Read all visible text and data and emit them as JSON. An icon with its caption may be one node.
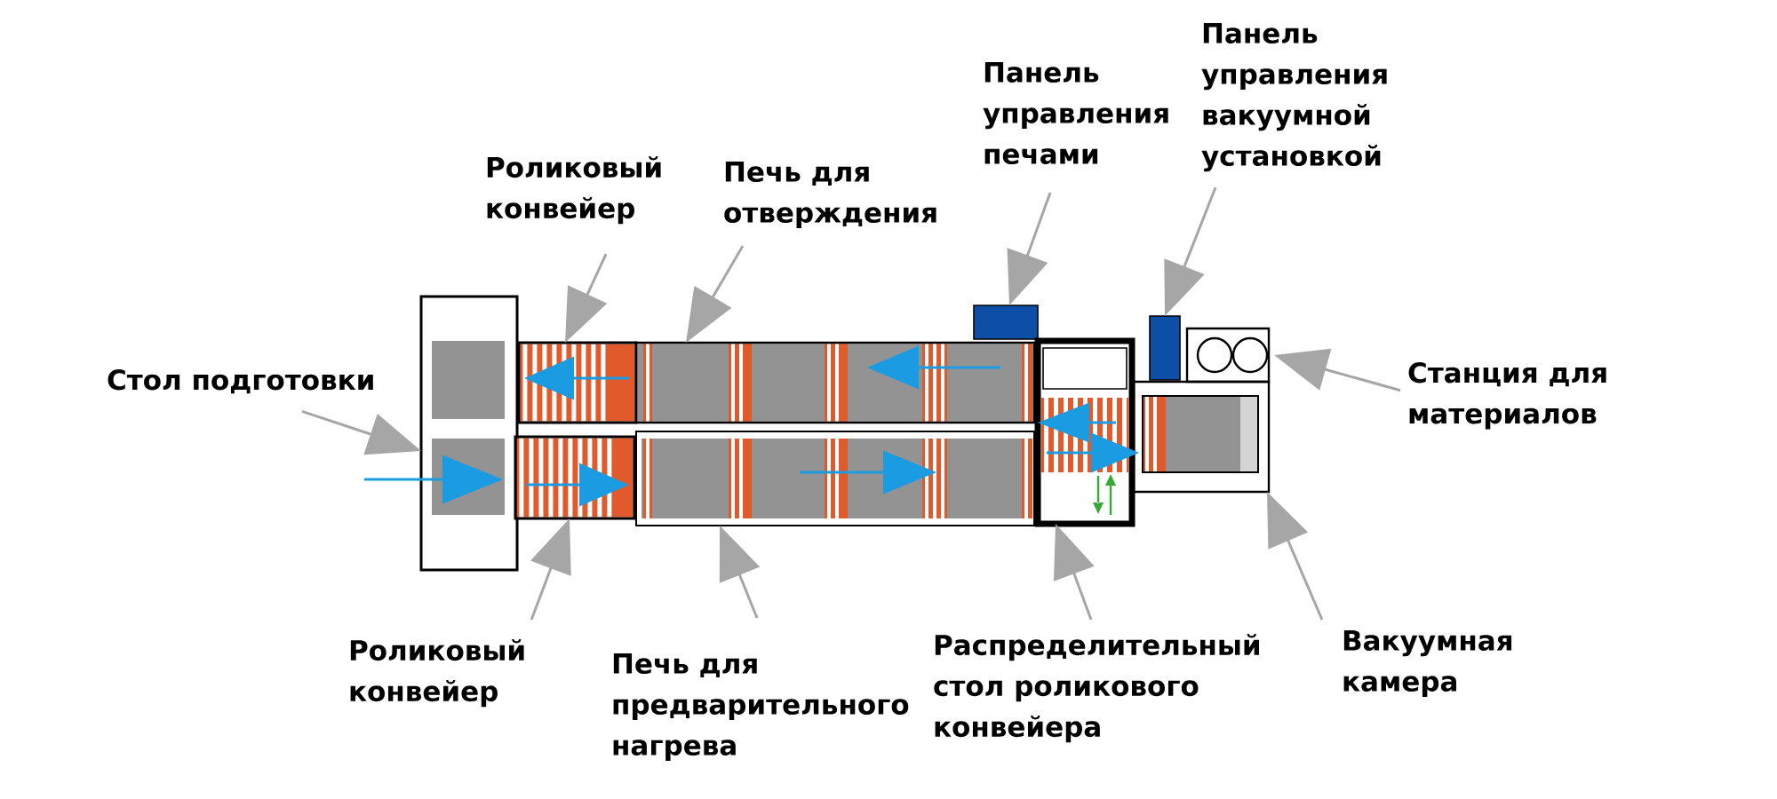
{
  "diagram": {
    "nodes": [
      {
        "text": [
          "Роликовый конвейер"
        ]
      },
      {
        "text": [
          "Печь для отверждения"
        ]
      },
      {
        "text": [
          "Панель управления печами"
        ]
      },
      {
        "text": [
          "Панель управления вакуумной установкой"
        ]
      },
      {
        "text": [
          "Стол подготовки"
        ]
      },
      {
        "text": [
          "Станция для материалов"
        ]
      },
      {
        "text": [
          "Роликовый конвейер"
        ]
      },
      {
        "text": [
          "Печь для предварительного нагрева"
        ]
      },
      {
        "text": [
          "Распределительный стол роликового конвейера"
        ]
      },
      {
        "text": [
          "Вакуумная камера"
        ]
      },
      {
        "text": [],
        "shape": "box"
      },
      {
        "text": [],
        "shape": "box"
      },
      {
        "text": [],
        "shape": "box"
      },
      {
        "text": [],
        "shape": "box"
      },
      {
        "text": [],
        "shape": "box"
      },
      {
        "text": [],
        "shape": "box"
      },
      {
        "text": [],
        "shape": "box"
      },
      {
        "text": [],
        "shape": "box"
      },
      {
        "text": [],
        "shape": "box"
      },
      {
        "text": [],
        "shape": "box"
      }
    ],
    "edges": [
      {
        "from": 0,
        "to": 11,
        "arrow": "to"
      },
      {
        "from": 1,
        "to": 12,
        "arrow": "to"
      },
      {
        "from": 2,
        "to": 13,
        "arrow": "to"
      },
      {
        "from": 3,
        "to": 14,
        "arrow": "to"
      },
      {
        "from": 4,
        "to": 10,
        "arrow": "to"
      },
      {
        "from": 5,
        "to": 15,
        "arrow": "to"
      },
      {
        "from": 6,
        "to": 19,
        "arrow": "to"
      },
      {
        "from": 7,
        "to": 18,
        "arrow": "to"
      },
      {
        "from": 8,
        "to": 17,
        "arrow": "to"
      },
      {
        "from": 9,
        "to": 16,
        "arrow": "to"
      },
      {
        "from": 17,
        "to": 16,
        "arrow": "to",
        "color": "#1b9be1"
      },
      {
        "from": null,
        "to": 10,
        "arrow": "to",
        "color": "#1b9be1"
      }
    ]
  }
}
